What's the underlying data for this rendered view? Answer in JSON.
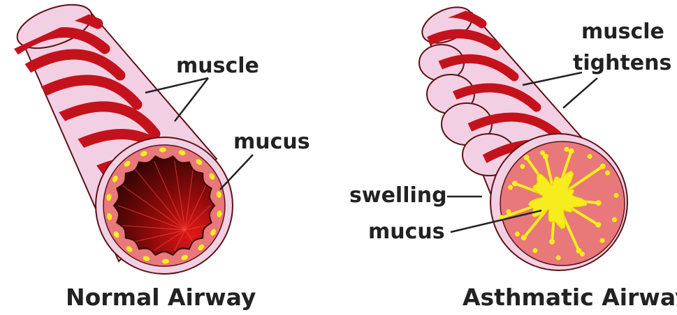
{
  "normal_airway": {
    "caption": "Normal Airway",
    "label_muscle": "muscle",
    "label_mucus": "mucus"
  },
  "asthmatic_airway": {
    "caption": "Asthmatic Airway",
    "label_muscle": "muscle",
    "label_tightens": "tightens",
    "label_swelling": "swelling",
    "label_mucus": "mucus"
  },
  "colors": {
    "muscle": "#c4121c",
    "tube": "#f3cfe3",
    "wall": "#e8787a",
    "mucus": "#f7ec1e",
    "lumen_dark": "#2a0303",
    "lumen_light": "#e01818",
    "outline": "#5a1216"
  }
}
